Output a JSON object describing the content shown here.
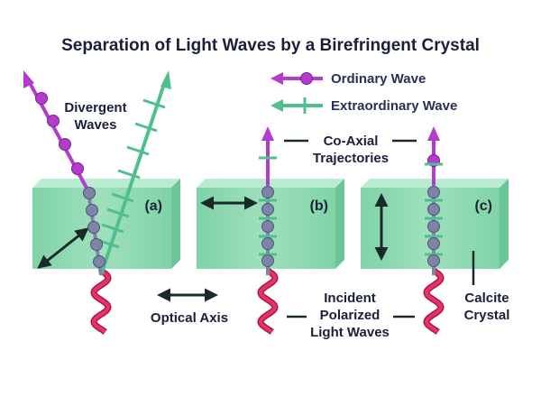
{
  "title": "Separation of Light Waves by a Birefringent Crystal",
  "legend": {
    "ordinary": "Ordinary Wave",
    "extraordinary": "Extraordinary Wave"
  },
  "labels": {
    "divergent": [
      "Divergent",
      "Waves"
    ],
    "coaxial": [
      "Co-Axial",
      "Trajectories"
    ],
    "optical_axis": "Optical Axis",
    "incident": [
      "Incident",
      "Polarized",
      "Light Waves"
    ],
    "calcite": [
      "Calcite",
      "Crystal"
    ]
  },
  "panels": [
    {
      "label": "(a)",
      "axis": "diagonal"
    },
    {
      "label": "(b)",
      "axis": "horizontal"
    },
    {
      "label": "(c)",
      "axis": "vertical"
    }
  ],
  "colors": {
    "ordinary": "#b33ccc",
    "extraordinary": "#4fc08d",
    "crystal": "#8fdbb0",
    "crystal_top": "#b9ecd0",
    "bead": "#7e83a8",
    "incident": "#e8336a",
    "arrow": "#1a2a2a"
  }
}
